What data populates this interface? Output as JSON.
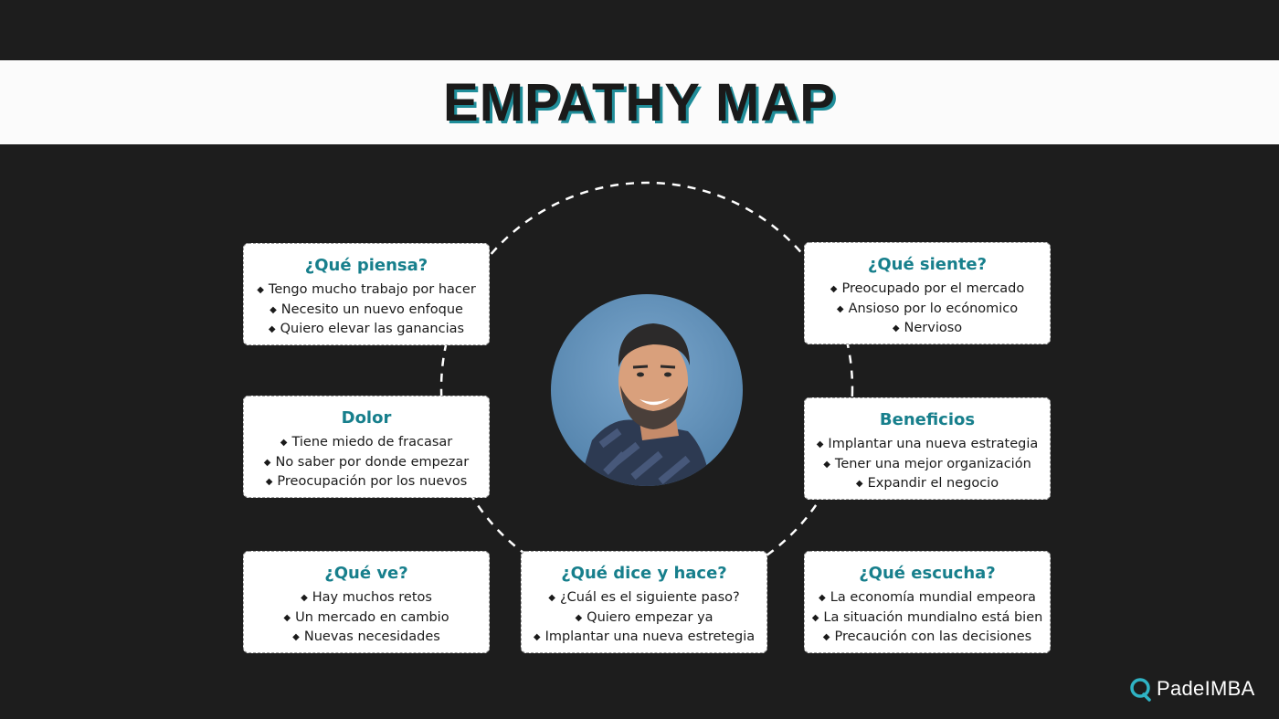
{
  "title": "EMPATHY MAP",
  "accent_color": "#177f8c",
  "cards": [
    {
      "heading": "¿Qué piensa?",
      "items": [
        "Tengo mucho trabajo por hacer",
        "Necesito un nuevo enfoque",
        "Quiero elevar las ganancias"
      ]
    },
    {
      "heading": "¿Qué siente?",
      "items": [
        "Preocupado por el mercado",
        "Ansioso por lo ecónomico",
        "Nervioso"
      ]
    },
    {
      "heading": "Dolor",
      "items": [
        "Tiene miedo de fracasar",
        "No saber por donde empezar",
        "Preocupación  por los nuevos"
      ]
    },
    {
      "heading": "Beneficios",
      "items": [
        "Implantar una nueva estrategia",
        "Tener una mejor organización",
        "Expandir el negocio"
      ]
    },
    {
      "heading": "¿Qué ve?",
      "items": [
        "Hay muchos retos",
        "Un mercado en cambio",
        "Nuevas necesidades"
      ]
    },
    {
      "heading": "¿Qué dice y hace?",
      "items": [
        "¿Cuál es el siguiente paso?",
        "Quiero empezar ya",
        "Implantar una nueva estretegia"
      ]
    },
    {
      "heading": "¿Qué escucha?",
      "items": [
        "La economía mundial empeora",
        "La situación mundialno está bien",
        "Precaución con las decisiones"
      ]
    }
  ],
  "bullet": "◆",
  "center_photo": "portrait of smiling man",
  "logo": {
    "text": "PadeIMBA",
    "icon": "pade-logo-icon"
  }
}
